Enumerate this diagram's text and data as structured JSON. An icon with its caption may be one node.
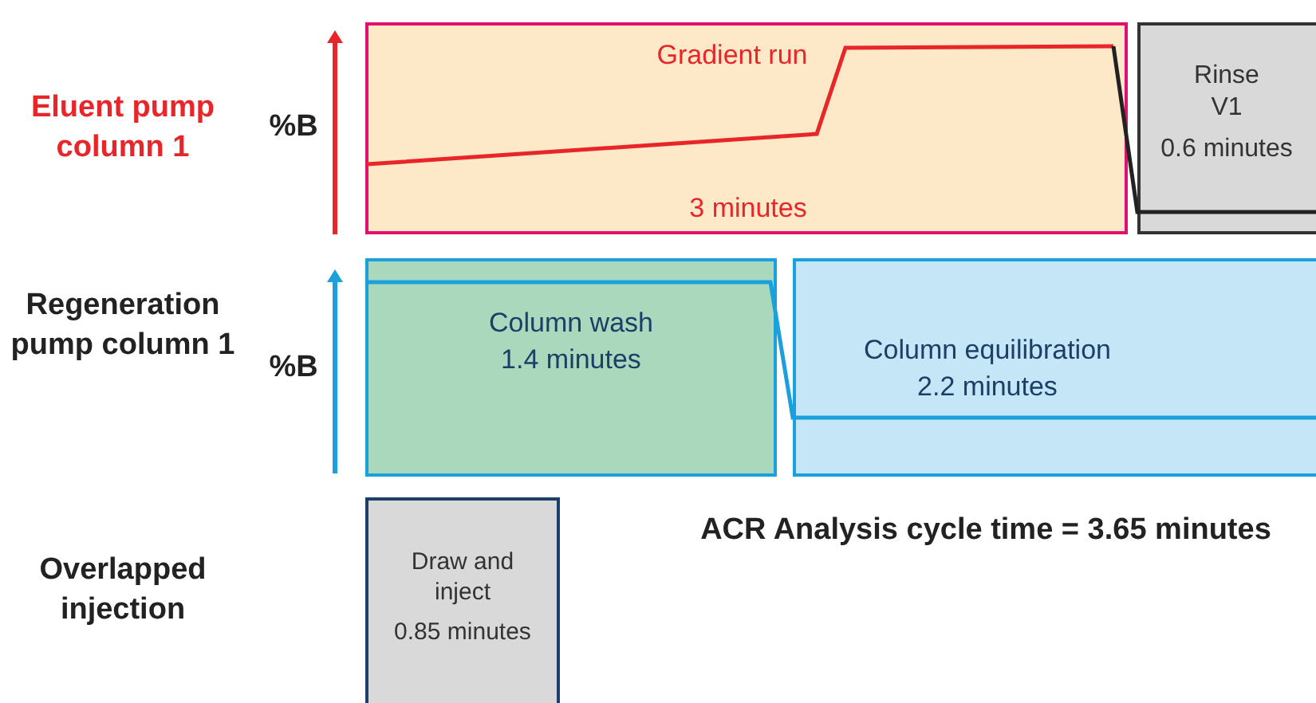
{
  "diagram": {
    "nodes": [
      {
        "text": [
          "Gradient run",
          "3 minutes"
        ]
      },
      {
        "text": [
          "Rinse V1",
          "0.6 minutes"
        ]
      },
      {
        "text": [
          "Column wash",
          "1.4 minutes"
        ]
      },
      {
        "text": [
          "Column equilibration",
          "2.2 minutes"
        ]
      },
      {
        "text": [
          "Draw and inject",
          "0.85 minutes"
        ]
      }
    ],
    "labels": [
      "Eluent pump column 1",
      "%B",
      "Regeneration pump column 1",
      "%B",
      "Overlapped injection",
      "ACR Analysis cycle time = 3.65 minutes"
    ]
  }
}
